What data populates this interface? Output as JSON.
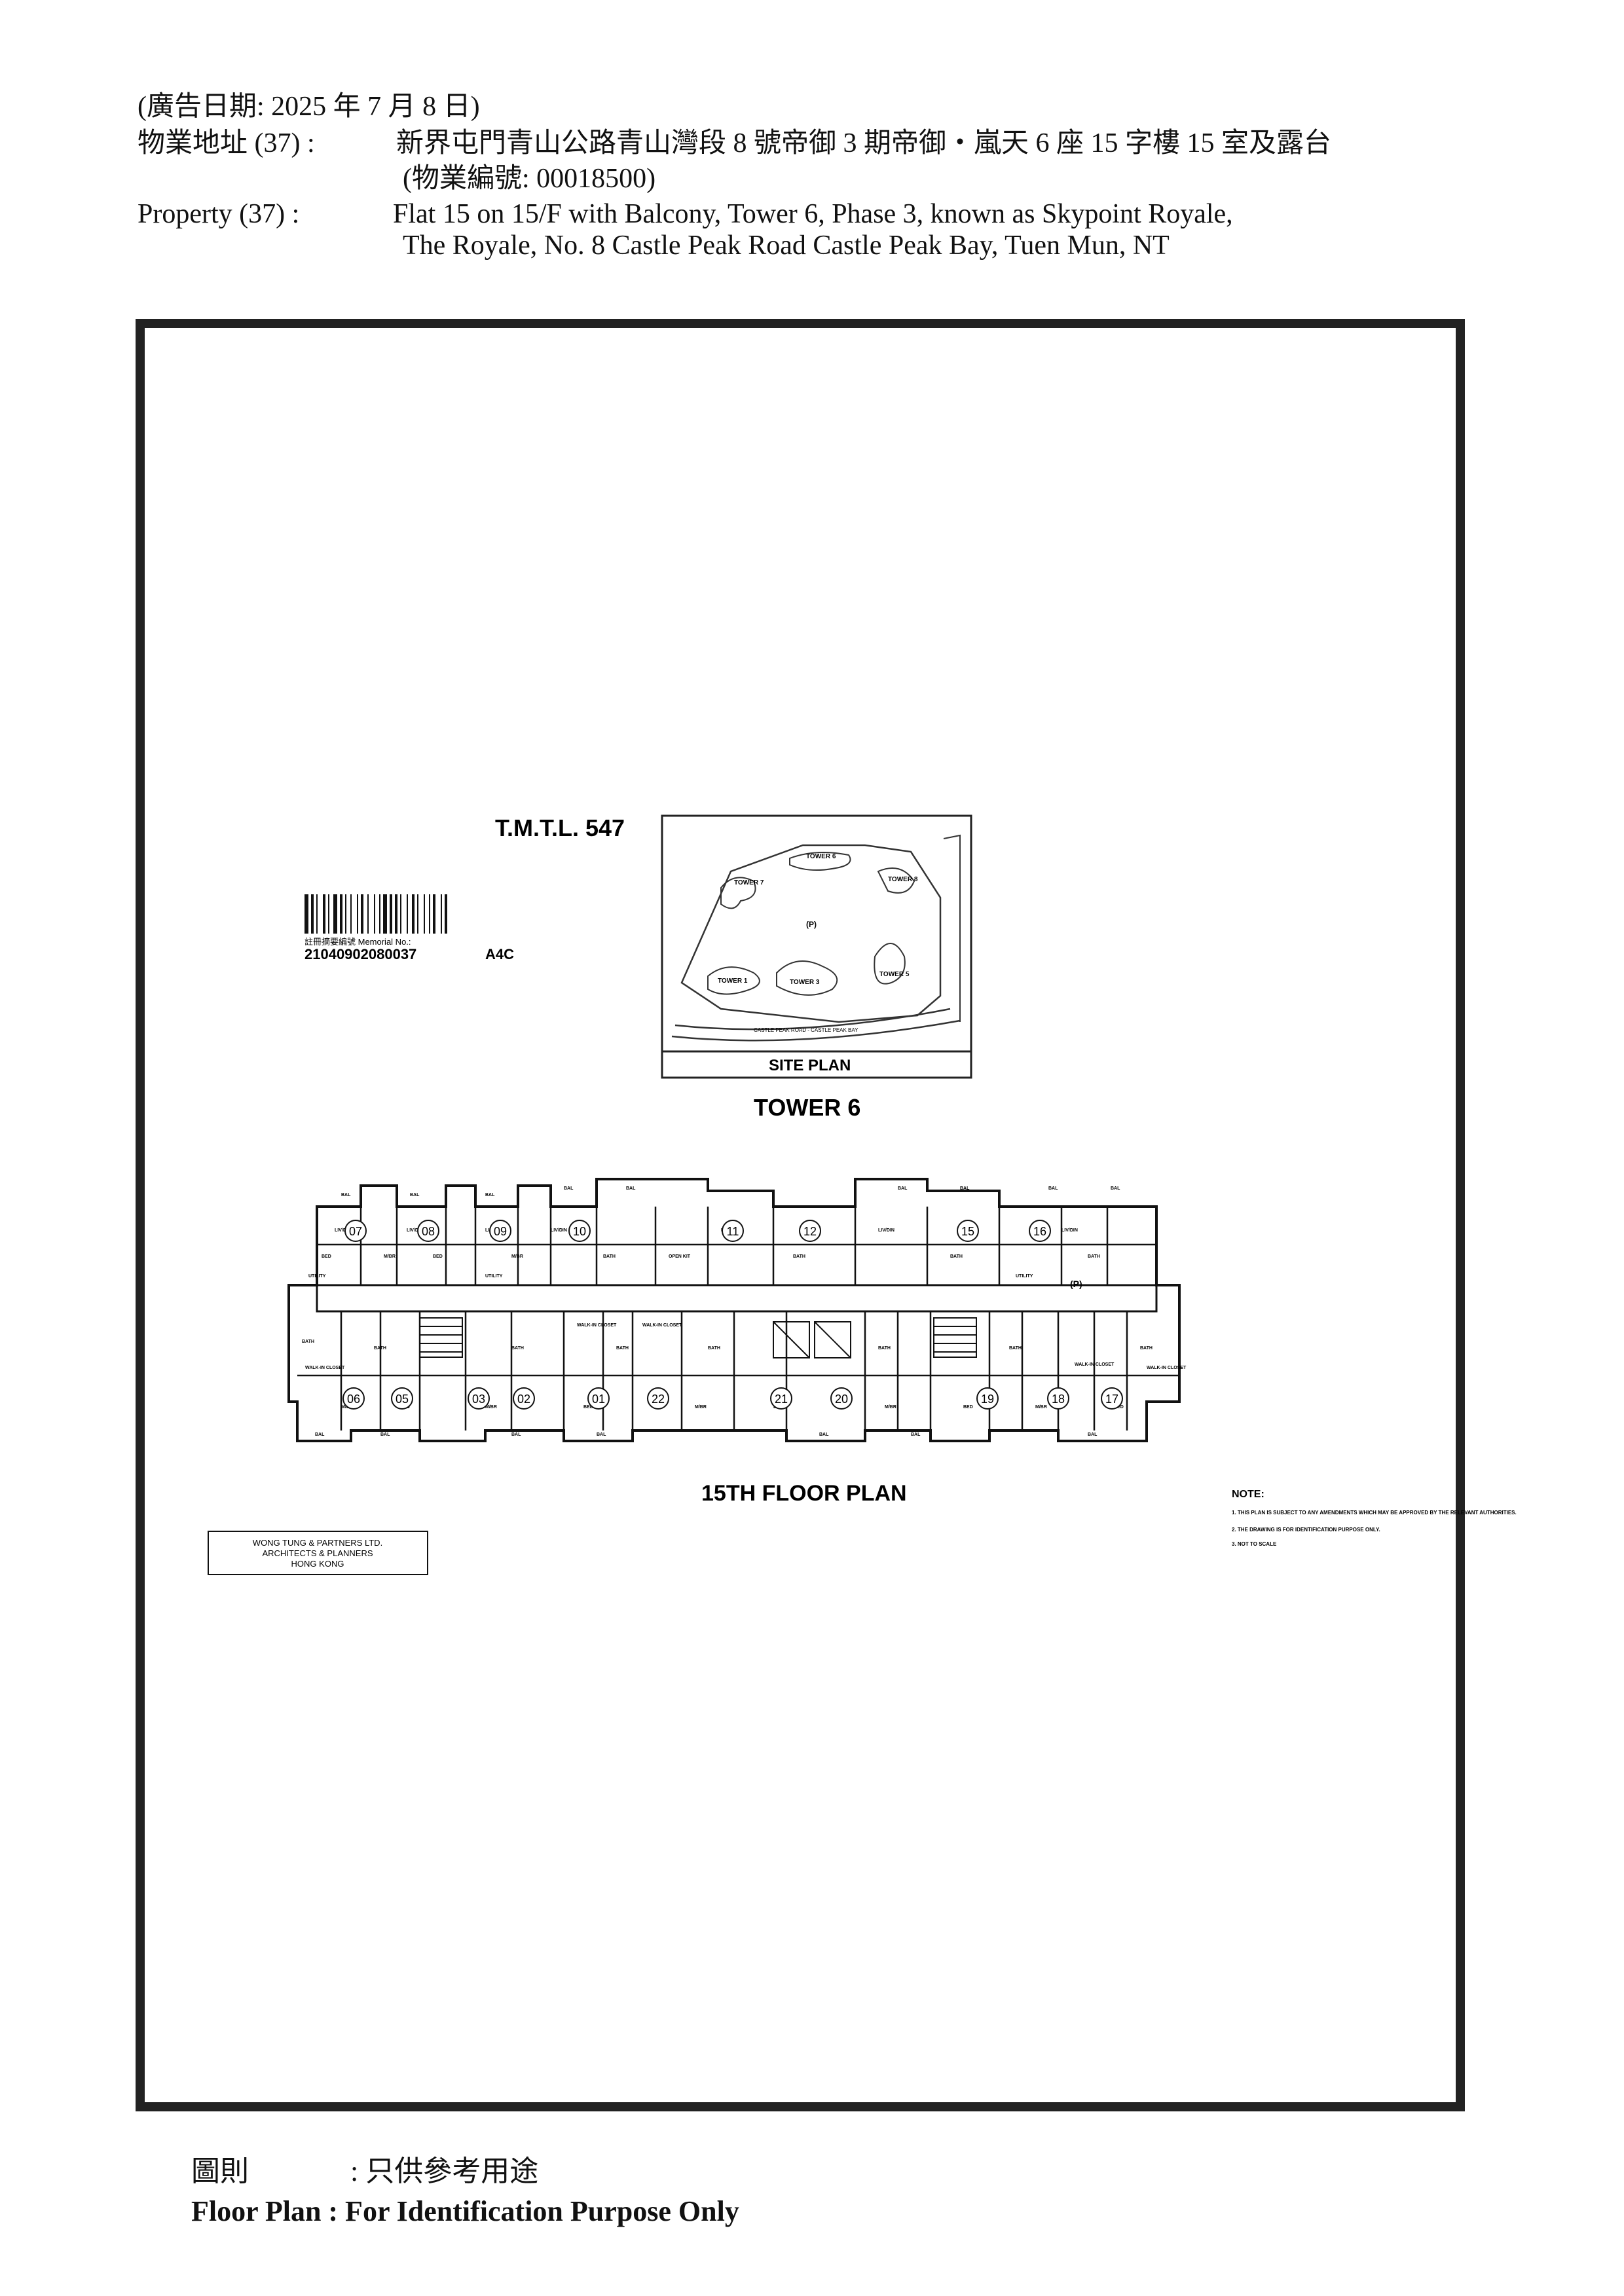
{
  "header": {
    "ad_date": "(廣告日期:   2025 年 7 月 8 日)",
    "address_zh_label": "物業地址 (37) :",
    "address_zh": "新界屯門青山公路青山灣段 8 號帝御 3 期帝御・嵐天  6 座 15 字樓 15 室及露台",
    "property_no": "(物業編號: 00018500)",
    "property_en_label": "Property   (37) :",
    "property_en_line1": "Flat 15 on 15/F with Balcony, Tower 6, Phase 3, known as Skypoint Royale,",
    "property_en_line2": "The Royale, No. 8 Castle Peak Road Castle Peak Bay, Tuen Mun, NT"
  },
  "plan": {
    "lot": "T.M.T.L. 547",
    "memorial_label": "註冊摘要編號 Memorial No.:",
    "memorial_no": "21040902080037",
    "memorial_code": "A4C",
    "site_plan_label": "SITE PLAN",
    "site_labels": [
      "TOWER 7",
      "TOWER 6",
      "TOWER 8",
      "TOWER 1",
      "TOWER 3",
      "TOWER 5",
      "(P)"
    ],
    "road_label": "CASTLE PEAK ROAD - CASTLE PEAK BAY",
    "tower_title": "TOWER 6",
    "floor_title": "15TH FLOOR PLAN",
    "top_units": [
      "07",
      "08",
      "09",
      "10",
      "11",
      "12",
      "15",
      "16"
    ],
    "bottom_units": [
      "06",
      "05",
      "03",
      "02",
      "01",
      "22",
      "21",
      "20",
      "19",
      "18",
      "17"
    ],
    "p_mark": "(P)",
    "room_labels": {
      "livdin": "LIV/DIN",
      "bal": "BAL",
      "bed": "BED",
      "mbr": "M/BR",
      "kit": "KIT",
      "bath": "BATH",
      "utility": "UTILITY",
      "open_kit": "OPEN KIT",
      "closet": "WALK-IN CLOSET"
    },
    "note_title": "NOTE:",
    "notes": [
      "1. THIS PLAN IS SUBJECT TO ANY AMENDMENTS WHICH MAY BE APPROVED BY THE RELEVANT AUTHORITIES.",
      "2. THE DRAWING IS FOR IDENTIFICATION PURPOSE ONLY.",
      "3. NOT TO SCALE"
    ],
    "architect": [
      "WONG TUNG & PARTNERS LTD.",
      "ARCHITECTS & PLANNERS",
      "HONG KONG"
    ]
  },
  "footer": {
    "zh_label": "圖則",
    "zh_text": ": 只供參考用途",
    "en_text": "Floor Plan : For Identification Purpose Only"
  }
}
